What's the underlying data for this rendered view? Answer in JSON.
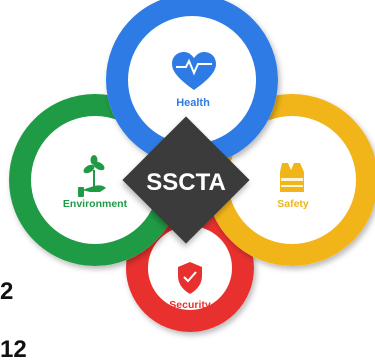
{
  "center": {
    "label": "SSCTA",
    "fill": "#3b3b3b"
  },
  "petals": {
    "health": {
      "label": "Health",
      "color": "#2f7be5",
      "icon": "heart-pulse-icon"
    },
    "safety": {
      "label": "Safety",
      "color": "#f2b519",
      "icon": "safety-vest-icon"
    },
    "security": {
      "label": "Security",
      "color": "#e8312e",
      "icon": "shield-icon"
    },
    "environment": {
      "label": "Environment",
      "color": "#1f9b45",
      "icon": "plant-hand-icon"
    }
  },
  "edge_fragments": {
    "top": "2",
    "bottom": "12"
  }
}
